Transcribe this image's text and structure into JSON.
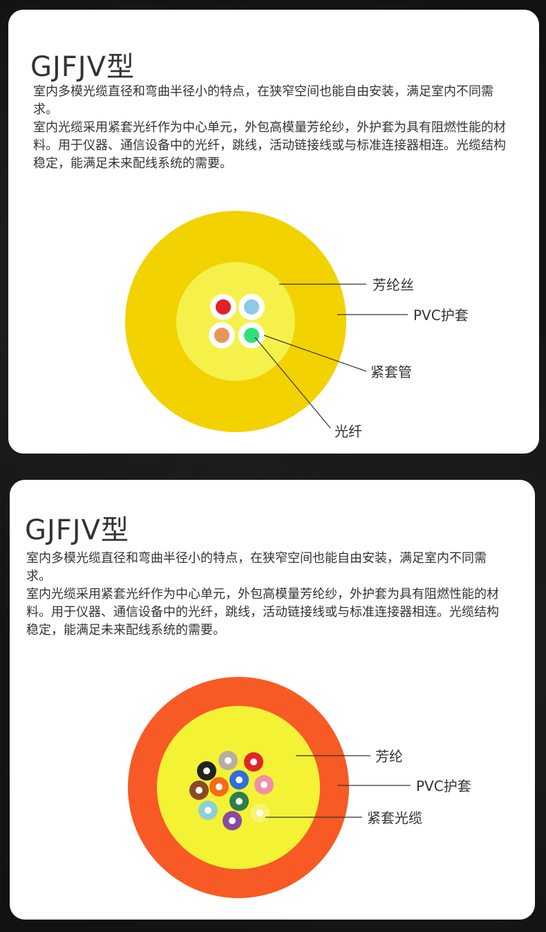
{
  "cards": [
    {
      "title": "GJFJV型",
      "paragraphs": [
        "室内多模光缆直径和弯曲半径小的特点，在狭窄空间也能自由安装，满足室内不同需求。",
        "室内光缆采用紧套光纤作为中心单元，外包高模量芳纶纱，外护套为具有阻燃性能的材料。用于仪器、通信设备中的光纤，跳线，活动链接线或与标准连接器相连。光缆结构稳定，能满足未来配线系统的需要。"
      ],
      "labels": [
        "芳纶丝",
        "PVC护套",
        "紧套管",
        "光纤"
      ],
      "colors": {
        "jacket": "#f2d200",
        "aramid": "#f5f14a",
        "fibers": [
          "#e0202a",
          "#8ec8ea",
          "#e8955a",
          "#2fe07a"
        ]
      }
    },
    {
      "title": "GJFJV型",
      "paragraphs": [
        "室内多模光缆直径和弯曲半径小的特点，在狭窄空间也能自由安装，满足室内不同需求。",
        "室内光缆采用紧套光纤作为中心单元，外包高模量芳纶纱，外护套为具有阻燃性能的材料。用于仪器、通信设备中的光纤，跳线，活动链接线或与标准连接器相连。光缆结构稳定，能满足未来配线系统的需要。"
      ],
      "labels": [
        "芳纶",
        "PVC护套",
        "紧套光缆"
      ],
      "colors": {
        "jacket": "#f75a25",
        "aramid": "#f3f235",
        "fibers": [
          "#b8aea0",
          "#e0262a",
          "#222222",
          "#2f6fd6",
          "#8a4a28",
          "#f76a18",
          "#f08ea8",
          "#8ed0d6",
          "#2e7d4a",
          "#8a4aa0",
          "#f8f470"
        ]
      }
    }
  ]
}
